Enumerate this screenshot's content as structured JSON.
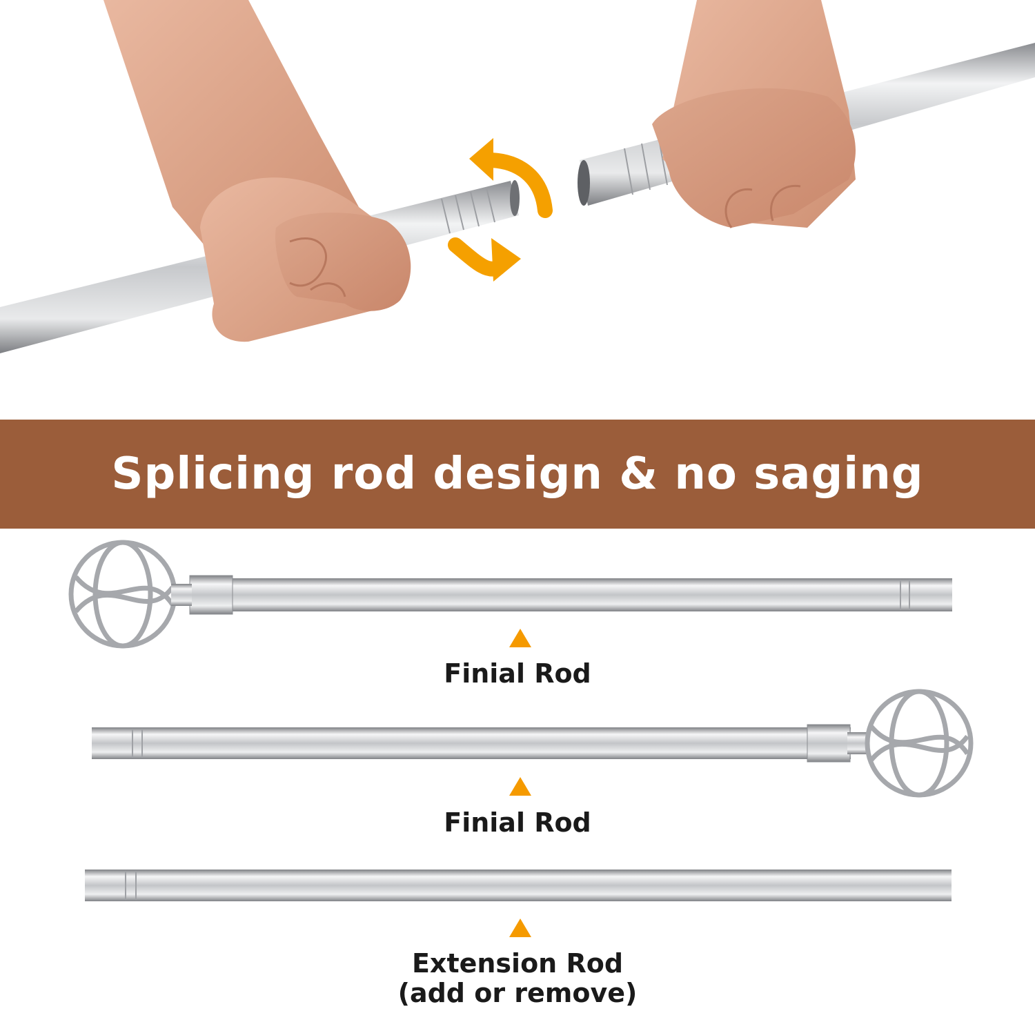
{
  "banner": {
    "title": "Splicing rod design & no saging"
  },
  "parts": [
    {
      "label": "Finial Rod"
    },
    {
      "label": "Finial Rod"
    },
    {
      "label": "Extension Rod",
      "sublabel": "(add or remove)"
    }
  ],
  "colors": {
    "banner_bg": "#9b5d3a",
    "accent_arrow": "#f59a00",
    "rod_silver": "#c9cacc"
  },
  "icons": [
    "rotate-arrows-icon",
    "pointer-triangle-icon",
    "cage-ball-finial-icon"
  ]
}
